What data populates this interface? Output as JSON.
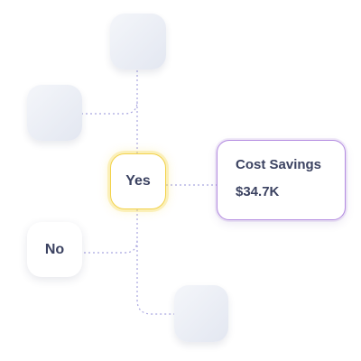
{
  "nodes": {
    "yes_label": "Yes",
    "no_label": "No"
  },
  "result": {
    "title": "Cost Savings",
    "value": "$34.7K"
  },
  "colors": {
    "connector": "#a9a6e0",
    "selected_border": "#f2d24c",
    "result_border": "#b38be0",
    "text": "#3b4261"
  }
}
